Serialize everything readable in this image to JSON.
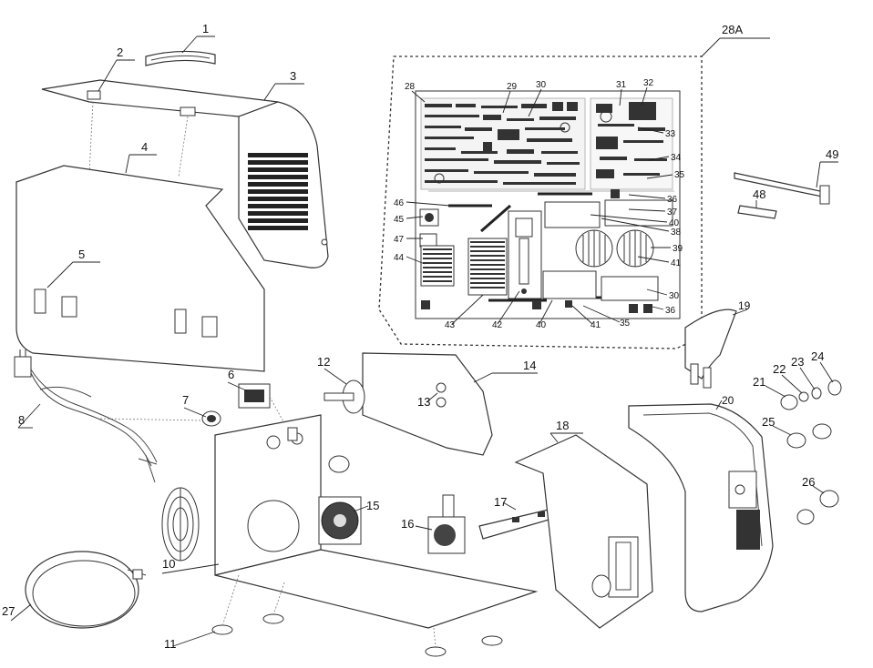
{
  "diagram": {
    "board_label": "28A",
    "callouts": [
      {
        "id": "c1",
        "label": "1"
      },
      {
        "id": "c2",
        "label": "2"
      },
      {
        "id": "c3",
        "label": "3"
      },
      {
        "id": "c4",
        "label": "4"
      },
      {
        "id": "c5",
        "label": "5"
      },
      {
        "id": "c6",
        "label": "6"
      },
      {
        "id": "c7",
        "label": "7"
      },
      {
        "id": "c8",
        "label": "8"
      },
      {
        "id": "c10",
        "label": "10"
      },
      {
        "id": "c11",
        "label": "11"
      },
      {
        "id": "c12",
        "label": "12"
      },
      {
        "id": "c13",
        "label": "13"
      },
      {
        "id": "c14",
        "label": "14"
      },
      {
        "id": "c15",
        "label": "15"
      },
      {
        "id": "c16",
        "label": "16"
      },
      {
        "id": "c17",
        "label": "17"
      },
      {
        "id": "c18",
        "label": "18"
      },
      {
        "id": "c19",
        "label": "19"
      },
      {
        "id": "c20",
        "label": "20"
      },
      {
        "id": "c21",
        "label": "21"
      },
      {
        "id": "c22",
        "label": "22"
      },
      {
        "id": "c23",
        "label": "23"
      },
      {
        "id": "c24",
        "label": "24"
      },
      {
        "id": "c25",
        "label": "25"
      },
      {
        "id": "c26",
        "label": "26"
      },
      {
        "id": "c27",
        "label": "27"
      },
      {
        "id": "c48",
        "label": "48"
      },
      {
        "id": "c49",
        "label": "49"
      }
    ],
    "pcb_callouts": [
      {
        "id": "p28",
        "label": "28"
      },
      {
        "id": "p29",
        "label": "29"
      },
      {
        "id": "p30a",
        "label": "30"
      },
      {
        "id": "p31",
        "label": "31"
      },
      {
        "id": "p32",
        "label": "32"
      },
      {
        "id": "p33",
        "label": "33"
      },
      {
        "id": "p34",
        "label": "34"
      },
      {
        "id": "p35a",
        "label": "35"
      },
      {
        "id": "p36a",
        "label": "36"
      },
      {
        "id": "p37",
        "label": "37"
      },
      {
        "id": "p40a",
        "label": "40"
      },
      {
        "id": "p38",
        "label": "38"
      },
      {
        "id": "p39",
        "label": "39"
      },
      {
        "id": "p41a",
        "label": "41"
      },
      {
        "id": "p30b",
        "label": "30"
      },
      {
        "id": "p36b",
        "label": "36"
      },
      {
        "id": "p35b",
        "label": "35"
      },
      {
        "id": "p41b",
        "label": "41"
      },
      {
        "id": "p40b",
        "label": "40"
      },
      {
        "id": "p42",
        "label": "42"
      },
      {
        "id": "p43",
        "label": "43"
      },
      {
        "id": "p44",
        "label": "44"
      },
      {
        "id": "p47",
        "label": "47"
      },
      {
        "id": "p45",
        "label": "45"
      },
      {
        "id": "p46",
        "label": "46"
      }
    ]
  }
}
